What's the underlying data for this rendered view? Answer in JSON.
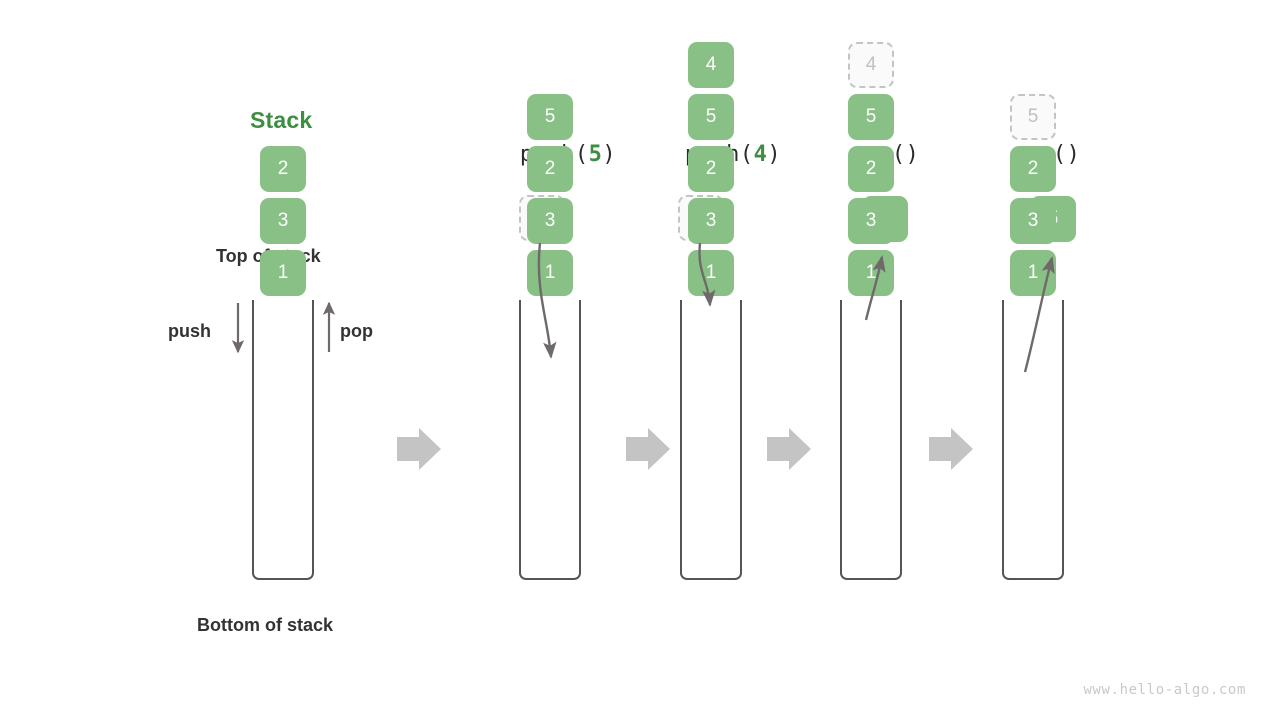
{
  "title": "Stack",
  "labels": {
    "top_of_stack": "Top of stack",
    "bottom_of_stack": "Bottom of stack",
    "push": "push",
    "pop": "pop"
  },
  "watermark": "www.hello-algo.com",
  "colors": {
    "accent_green": "#3e8e41",
    "cell_green": "#88c085",
    "ghost_border": "#c4c4c4",
    "ghost_text": "#c0c0c0",
    "arrow_gray": "#777777",
    "separator_gray": "#c4c4c4",
    "text_dark": "#333333",
    "watermark_gray": "#c9c9c9"
  },
  "steps": [
    {
      "id": "initial",
      "op_prefix": "",
      "op_arg": "",
      "op_suffix": "",
      "cells": [
        "1",
        "3",
        "2"
      ],
      "float_cell": null,
      "ghost_index": -1
    },
    {
      "id": "push-5",
      "op_prefix": "push(",
      "op_arg": "5",
      "op_suffix": ")",
      "cells": [
        "1",
        "3",
        "2",
        "5"
      ],
      "float_cell": {
        "value": "5",
        "style": "ghost"
      },
      "ghost_index": -1
    },
    {
      "id": "push-4",
      "op_prefix": "push(",
      "op_arg": "4",
      "op_suffix": ")",
      "cells": [
        "1",
        "3",
        "2",
        "5",
        "4"
      ],
      "float_cell": {
        "value": "4",
        "style": "ghost"
      },
      "ghost_index": -1
    },
    {
      "id": "pop-4",
      "op_prefix": "pop(",
      "op_arg": "",
      "op_suffix": ")",
      "cells": [
        "1",
        "3",
        "2",
        "5",
        "4"
      ],
      "float_cell": {
        "value": "4",
        "style": "solid"
      },
      "ghost_index": 4
    },
    {
      "id": "pop-5",
      "op_prefix": "pop(",
      "op_arg": "",
      "op_suffix": ")",
      "cells": [
        "1",
        "3",
        "2",
        "5"
      ],
      "float_cell": {
        "value": "5",
        "style": "solid"
      },
      "ghost_index": 3
    }
  ]
}
